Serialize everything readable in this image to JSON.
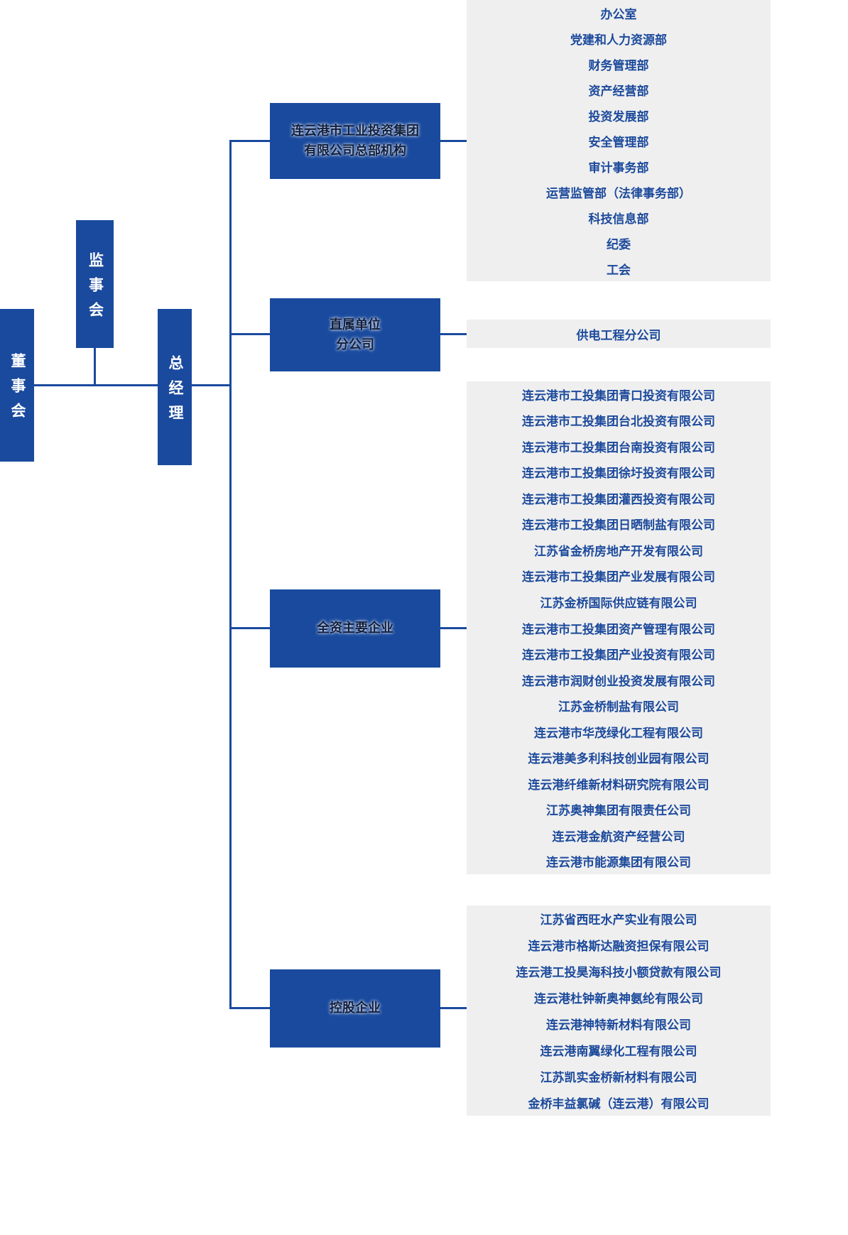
{
  "org": {
    "board": "董事会",
    "supervisory": "监事会",
    "general_manager": "总经理"
  },
  "branches": [
    {
      "label_lines": [
        "连云港市工业投资集团",
        "有限公司总部机构"
      ],
      "items": [
        "办公室",
        "党建和人力资源部",
        "财务管理部",
        "资产经营部",
        "投资发展部",
        "安全管理部",
        "审计事务部",
        "运营监管部（法律事务部）",
        "科技信息部",
        "纪委",
        "工会"
      ]
    },
    {
      "label_lines": [
        "直属单位",
        "分公司"
      ],
      "items": [
        "供电工程分公司"
      ]
    },
    {
      "label_lines": [
        "全资主要企业"
      ],
      "items": [
        "连云港市工投集团青口投资有限公司",
        "连云港市工投集团台北投资有限公司",
        "连云港市工投集团台南投资有限公司",
        "连云港市工投集团徐圩投资有限公司",
        "连云港市工投集团灌西投资有限公司",
        "连云港市工投集团日晒制盐有限公司",
        "江苏省金桥房地产开发有限公司",
        "连云港市工投集团产业发展有限公司",
        "江苏金桥国际供应链有限公司",
        "连云港市工投集团资产管理有限公司",
        "连云港市工投集团产业投资有限公司",
        "连云港市润财创业投资发展有限公司",
        "江苏金桥制盐有限公司",
        "连云港市华茂绿化工程有限公司",
        "连云港美多利科技创业园有限公司",
        "连云港纤维新材料研究院有限公司",
        "江苏奥神集团有限责任公司",
        "连云港金航资产经营公司",
        "连云港市能源集团有限公司"
      ]
    },
    {
      "label_lines": [
        "控股企业"
      ],
      "items": [
        "江苏省西旺水产实业有限公司",
        "连云港市格斯达融资担保有限公司",
        "连云港工投昊海科技小额贷款有限公司",
        "连云港杜钟新奥神氨纶有限公司",
        "连云港神特新材料有限公司",
        "连云港南翼绿化工程有限公司",
        "江苏凯实金桥新材料有限公司",
        "金桥丰益氯碱（连云港）有限公司"
      ]
    }
  ],
  "colors": {
    "accent_blue": "#1a4a9e",
    "panel_gray": "#efefef",
    "list_text_blue": "#1c4a9c",
    "box_text_white": "#ffffff"
  }
}
